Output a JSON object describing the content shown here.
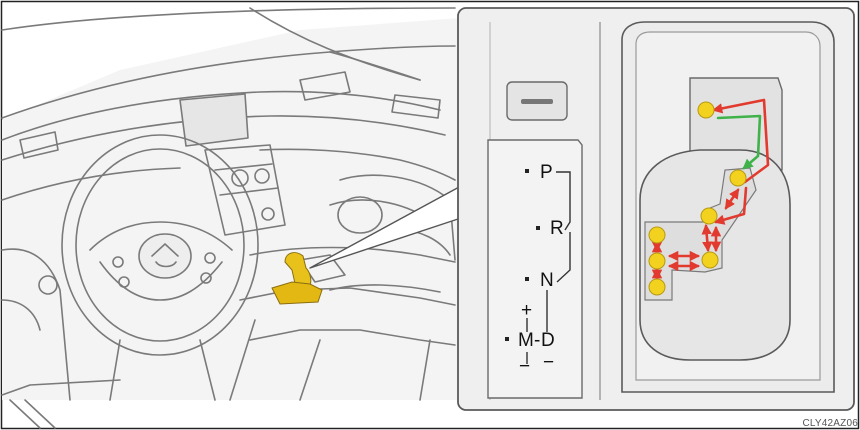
{
  "figure": {
    "code": "CLY42AZ06",
    "colors": {
      "shift_knob": "#e8c21a",
      "stop_point": "#f2d21f",
      "arrow_red": "#e23a2e",
      "arrow_green": "#3fb24a",
      "panel_fill": "#efefef",
      "line": "#6a6a6a"
    }
  },
  "indicator": {
    "P": "P",
    "R": "R",
    "N": "N",
    "M": "M",
    "D": "D",
    "plus": "+",
    "minus": "−",
    "dash": "-",
    "minus_right": "−"
  }
}
